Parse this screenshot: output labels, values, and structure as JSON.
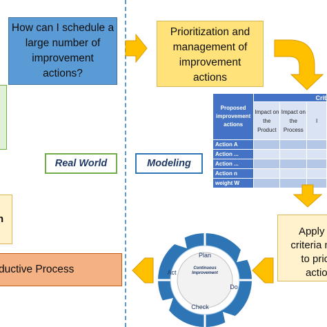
{
  "boxes": {
    "question": [
      "How can I schedule a",
      "large number of",
      "improvement",
      "actions?"
    ],
    "prioritization": [
      "Prioritization and",
      "management of",
      "improvement",
      "actions"
    ],
    "apply": [
      "Apply a",
      "criteria m",
      "to prior",
      "action"
    ],
    "productive": "ductive Process",
    "left_fragment": "n"
  },
  "labels": {
    "real_world": "Real World",
    "modeling": "Modeling"
  },
  "matrix": {
    "criteria_header": "Crit",
    "row_header": "Proposed improvement actions",
    "columns": [
      "Impact on the Product",
      "Impact on the Process",
      "I"
    ],
    "rows": [
      "Action A",
      "Action ...",
      "Action ...",
      "Action n",
      "weight W"
    ]
  },
  "cycle": {
    "center": [
      "Continuous",
      "Improvement"
    ],
    "phases": {
      "plan": "Plan",
      "do": "Do",
      "check": "Check",
      "act": "Act"
    }
  },
  "colors": {
    "blue_box": "#5b9bd5",
    "yellow_box": "#ffe27a",
    "light_yellow": "#fff2cc",
    "orange_box": "#f4b183",
    "arrow": "#ffc000",
    "cycle": "#2e75b6",
    "table_header": "#4472c4"
  }
}
